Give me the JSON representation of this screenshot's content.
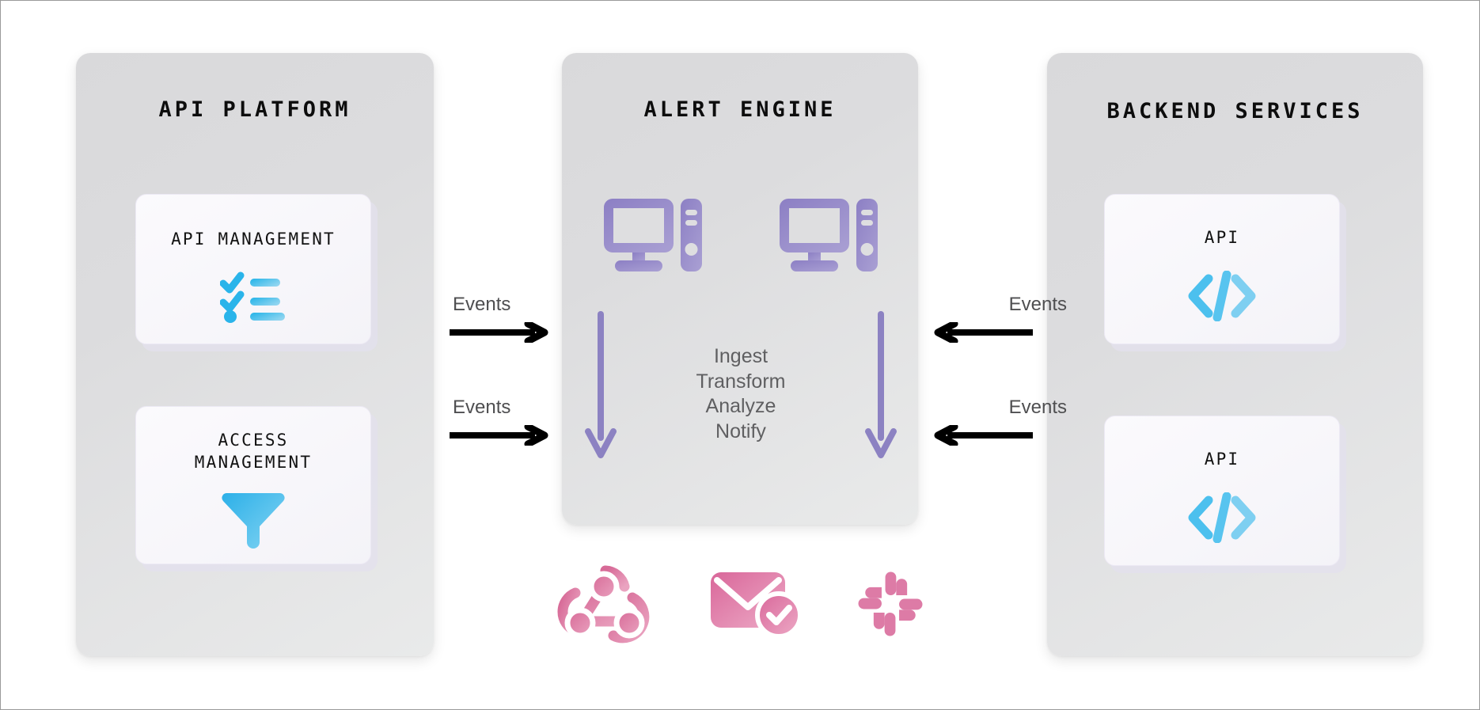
{
  "diagram": {
    "title": "Alert Engine event flow architecture",
    "background": "#ffffff",
    "colors": {
      "panel_grey": "#dcdcde",
      "card_white": "#f8f7fb",
      "accent_blue": "#4fc3f0",
      "accent_purple": "#8d82c4",
      "accent_pink": "#dd77a0",
      "text_dark": "#0d0d0d",
      "text_grey": "#5f5f61",
      "arrow_black": "#000000"
    }
  },
  "panels": [
    {
      "id": "api-platform",
      "title": "API PLATFORM",
      "cards": [
        {
          "id": "api-management",
          "title": "API MANAGEMENT",
          "icon": "checklist-icon"
        },
        {
          "id": "access-management",
          "title": "ACCESS\nMANAGEMENT",
          "icon": "funnel-icon"
        }
      ]
    },
    {
      "id": "alert-engine",
      "title": "ALERT ENGINE",
      "computers": [
        {
          "id": "computer-1",
          "icon": "desktop-computer-icon"
        },
        {
          "id": "computer-2",
          "icon": "desktop-computer-icon"
        }
      ],
      "flow_steps": "Ingest\nTransform\nAnalyze\nNotify",
      "flow_steps_list": [
        "Ingest",
        "Transform",
        "Analyze",
        "Notify"
      ],
      "arrows": [
        {
          "id": "flow-arrow-left",
          "direction": "down"
        },
        {
          "id": "flow-arrow-right",
          "direction": "down"
        }
      ]
    },
    {
      "id": "backend-services",
      "title": "BACKEND SERVICES",
      "cards": [
        {
          "id": "backend-api-1",
          "title": "API",
          "icon": "code-brackets-icon"
        },
        {
          "id": "backend-api-2",
          "title": "API",
          "icon": "code-brackets-icon"
        }
      ]
    }
  ],
  "connectors": [
    {
      "id": "events-left-top",
      "label": "Events",
      "direction": "right",
      "from": "api-platform",
      "to": "alert-engine"
    },
    {
      "id": "events-left-bottom",
      "label": "Events",
      "direction": "right",
      "from": "api-platform",
      "to": "alert-engine"
    },
    {
      "id": "events-right-top",
      "label": "Events",
      "direction": "left",
      "from": "backend-services",
      "to": "alert-engine"
    },
    {
      "id": "events-right-bottom",
      "label": "Events",
      "direction": "left",
      "from": "backend-services",
      "to": "alert-engine"
    }
  ],
  "notification_channels": [
    {
      "id": "webhook",
      "icon": "webhook-icon"
    },
    {
      "id": "email",
      "icon": "email-check-icon"
    },
    {
      "id": "slack",
      "icon": "slack-icon"
    }
  ]
}
